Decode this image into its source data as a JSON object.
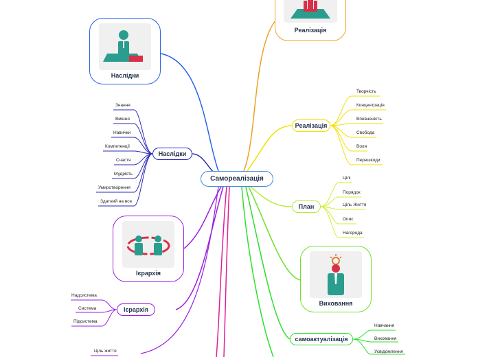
{
  "central": "Самореалізація",
  "cards": {
    "top_right": "Реалізація",
    "left_top": "Наслідки",
    "left_mid": "Ієрархія",
    "right_mid": "Виховання"
  },
  "nodes": {
    "naslidky": "Наслідки",
    "realizatsiya": "Реалізація",
    "plan": "План",
    "iierarkhiya": "Ієрархія",
    "samoaktualizatsiya": "самоактуалізація"
  },
  "leaves": {
    "naslidky": [
      "Знання",
      "Вміння",
      "Навички",
      "Компетенції",
      "Счастя",
      "Мудрість",
      "Умиротворення",
      "Здатний на все"
    ],
    "realizatsiya": [
      "Творчість",
      "Концентрація",
      "Впевненість",
      "Свобода",
      "Воля",
      "Перешкоди"
    ],
    "plan": [
      "Цілі",
      "Порядок",
      "Ціль Життя",
      "Опис",
      "Нагорода"
    ],
    "iierarkhiya": [
      "Надсистема",
      "Система",
      "Підсистема"
    ],
    "samoaktualizatsiya": [
      "Навчання",
      "Виховання",
      "Усвідомлення"
    ],
    "bottom": [
      "Ціль життя"
    ]
  },
  "colors": {
    "orange": "#f0a020",
    "blue": "#2a62e8",
    "navy": "#2a2ab8",
    "yellow": "#f2e000",
    "lime": "#6ee02a",
    "purple": "#9a1ee0",
    "magenta": "#e01e9a",
    "green": "#2ce02c",
    "central_border": "#3d8bd6",
    "teal": "#2a9d8f",
    "red": "#d9304a"
  }
}
